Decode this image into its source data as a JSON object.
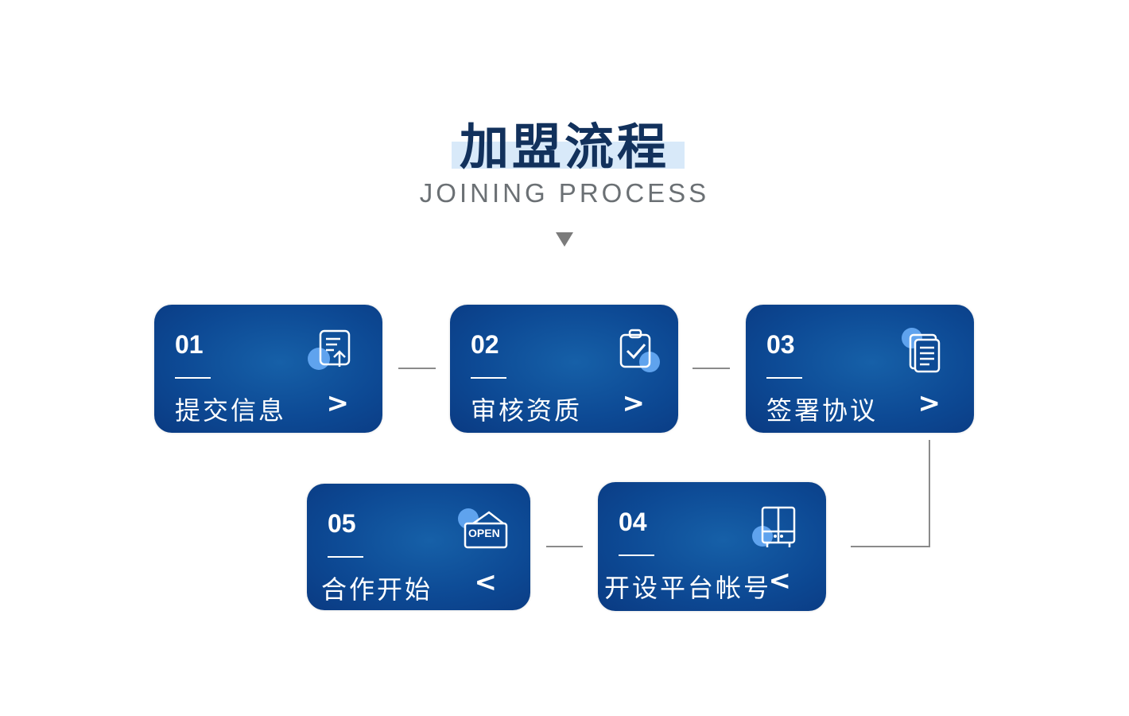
{
  "header": {
    "title": "加盟流程",
    "subtitle": "JOINING PROCESS"
  },
  "steps": [
    {
      "num": "01",
      "label": "提交信息",
      "arrow": ">",
      "icon": "document-upload-icon"
    },
    {
      "num": "02",
      "label": "审核资质",
      "arrow": ">",
      "icon": "clipboard-check-icon"
    },
    {
      "num": "03",
      "label": "签署协议",
      "arrow": ">",
      "icon": "documents-icon"
    },
    {
      "num": "04",
      "label": "开设平台帐号",
      "arrow": "<",
      "icon": "cabinet-icon"
    },
    {
      "num": "05",
      "label": "合作开始",
      "arrow": "<",
      "icon": "open-sign-icon"
    }
  ],
  "open_sign_text": "OPEN",
  "colors": {
    "title": "#12315c",
    "highlight": "#d8e9f9",
    "card": "#0d4a95",
    "accent_dot": "#5fa3ee"
  }
}
